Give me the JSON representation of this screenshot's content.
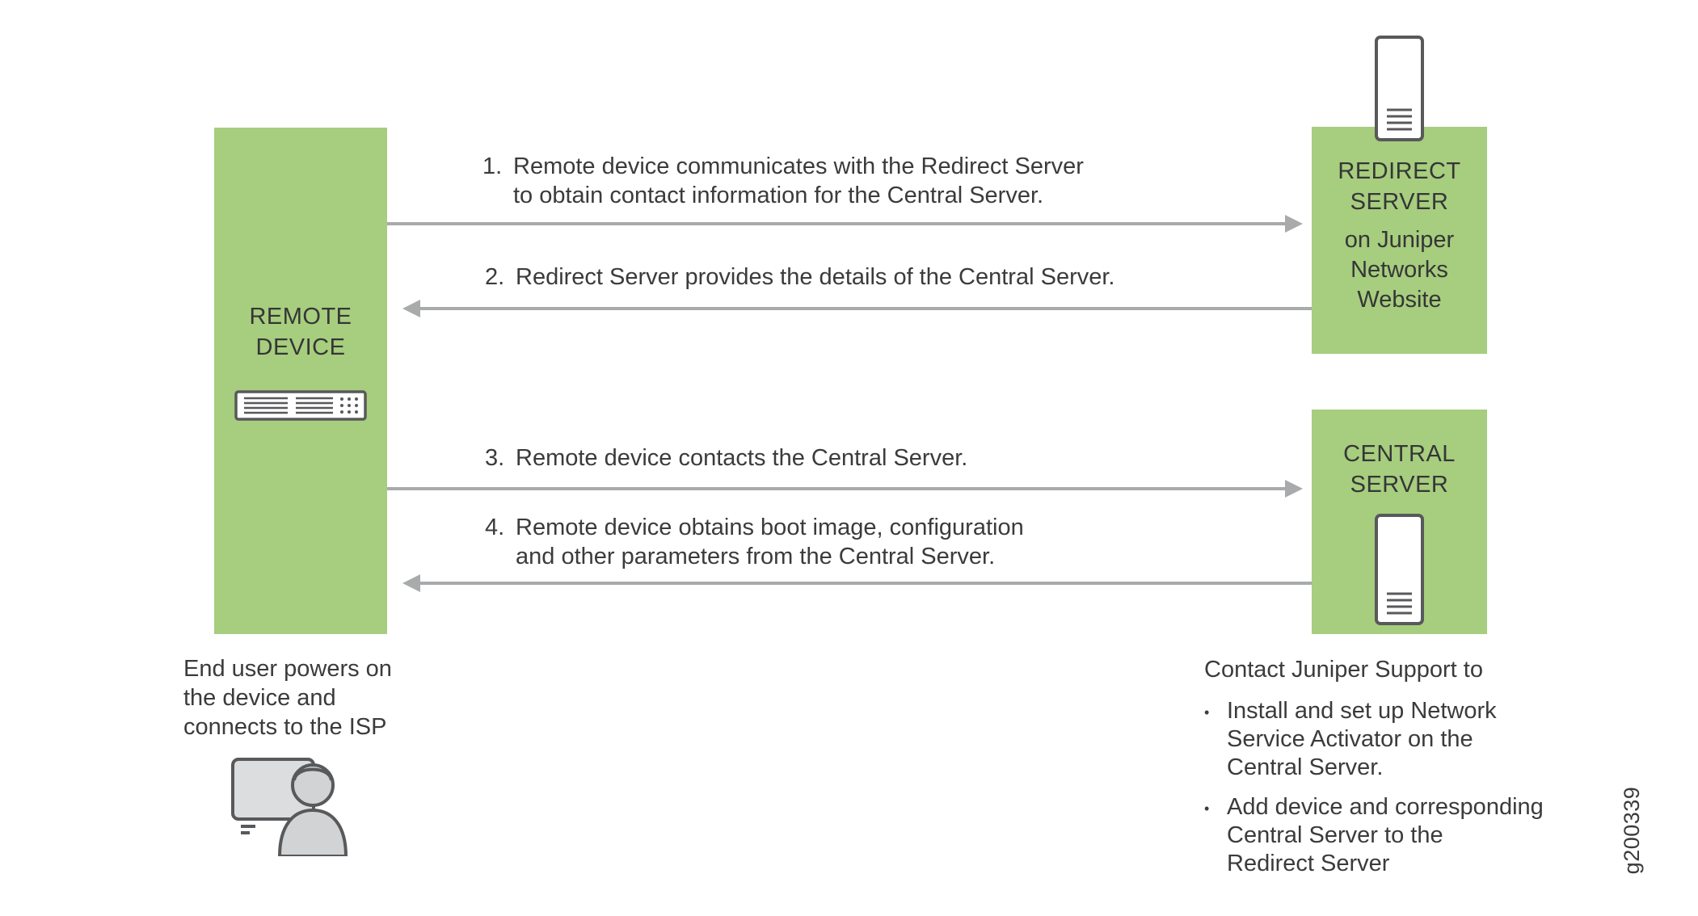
{
  "colors": {
    "box_green": "#a7cd7e",
    "arrow_gray": "#a8aaac",
    "text_dark": "#3b3b3c",
    "icon_stroke": "#58595b",
    "icon_fill": "#ffffff",
    "person_fill": "#d1d3d4"
  },
  "nodes": {
    "remote_device": {
      "label": "REMOTE\nDEVICE"
    },
    "redirect_server": {
      "label": "REDIRECT\nSERVER",
      "sublabel": "on Juniper\nNetworks\nWebsite"
    },
    "central_server": {
      "label": "CENTRAL\nSERVER"
    }
  },
  "steps": [
    {
      "num": "1.",
      "text": "Remote device communicates with the Redirect Server\nto obtain contact information for the Central Server."
    },
    {
      "num": "2.",
      "text": "Redirect Server provides the details of the Central Server."
    },
    {
      "num": "3.",
      "text": "Remote device contacts the Central Server."
    },
    {
      "num": "4.",
      "text": "Remote device obtains boot image, configuration\nand other parameters from the Central Server."
    }
  ],
  "notes": {
    "end_user": "End user powers on\nthe device and\nconnects to the ISP",
    "support_heading": "Contact Juniper Support to",
    "support_bullets": [
      "Install and set up Network\nService Activator on the\nCentral Server.",
      "Add device and corresponding\nCentral Server to the\nRedirect Server"
    ],
    "bullet_char": "•"
  },
  "figure_id": "g200339"
}
